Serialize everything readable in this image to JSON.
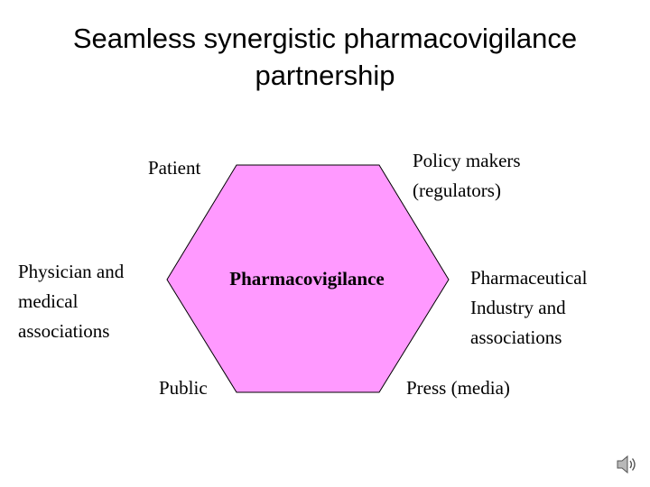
{
  "title": "Seamless synergistic pharmacovigilance partnership",
  "colors": {
    "hexagon_fill": "#ff99ff",
    "hexagon_stroke": "#000000"
  },
  "hexagon": {
    "label": "Pharmacovigilance"
  },
  "stakeholders": {
    "patient": [
      "Patient"
    ],
    "policy_makers": [
      "Policy makers",
      "(regulators)"
    ],
    "physician": [
      "Physician and",
      "medical",
      "associations"
    ],
    "industry": [
      "Pharmaceutical",
      "Industry and",
      "associations"
    ],
    "public": [
      "Public"
    ],
    "press": [
      "Press (media)"
    ]
  },
  "icons": {
    "audio": "speaker-icon"
  }
}
